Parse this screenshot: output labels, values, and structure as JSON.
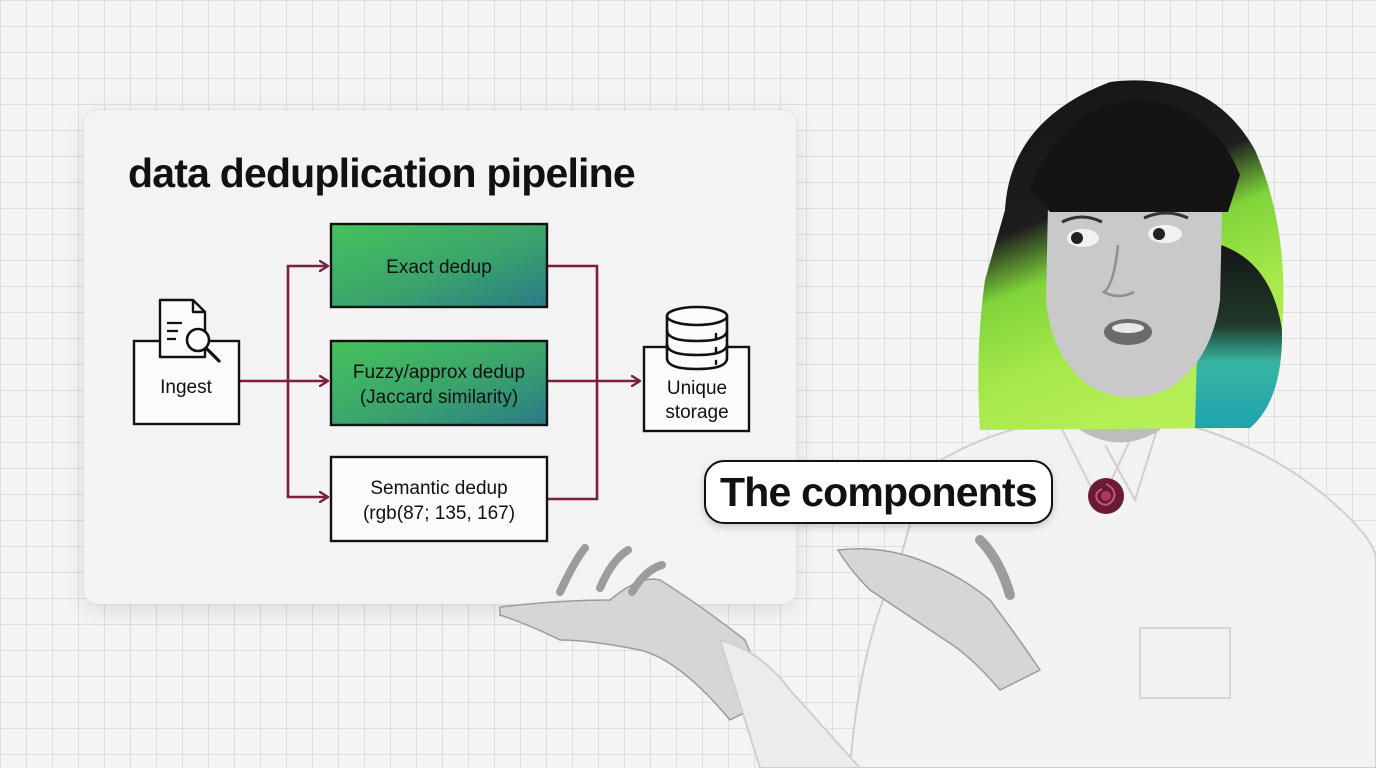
{
  "title": "data deduplication pipeline",
  "nodes": {
    "ingest": {
      "label": "Ingest"
    },
    "exact": {
      "label": "Exact dedup"
    },
    "fuzzy": {
      "line1": "Fuzzy/approx dedup",
      "line2": "(Jaccard similarity)"
    },
    "semantic": {
      "line1": "Semantic dedup",
      "line2": "(rgb(87; 135, 167)"
    },
    "storage": {
      "line1": "Unique",
      "line2": "storage"
    }
  },
  "caption": "The components",
  "colors": {
    "arrow": "#7d1d44",
    "gradient_start": "#45c35c",
    "gradient_end": "#2a7b87",
    "box_border": "#111111"
  },
  "icons": {
    "ingest": "document-search-icon",
    "storage": "database-icon",
    "brooch": "rose-brooch-icon"
  }
}
